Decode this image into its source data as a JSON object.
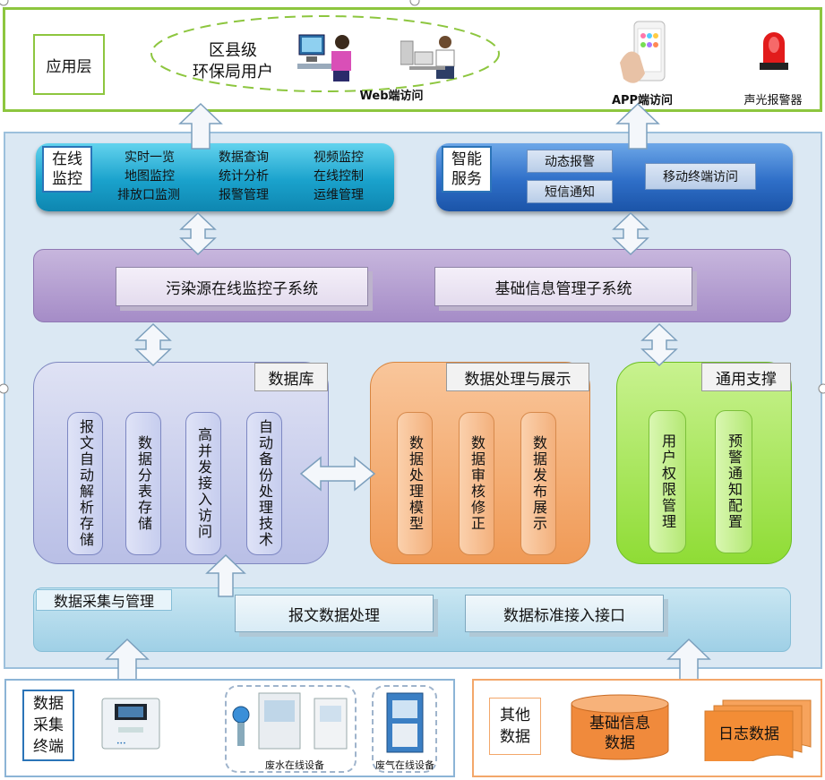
{
  "application_layer": {
    "label": "应用层",
    "district_users": "区县级\n环保局用户",
    "web_access": "Web端访问",
    "app_access": "APP端访问",
    "alarm": "声光报警器"
  },
  "online_monitoring": {
    "label": "在线\n监控",
    "items": [
      "实时一览",
      "数据查询",
      "视频监控",
      "地图监控",
      "统计分析",
      "在线控制",
      "排放口监测",
      "报警管理",
      "运维管理"
    ]
  },
  "smart_service": {
    "label": "智能\n服务",
    "dynamic_alarm": "动态报警",
    "sms_notice": "短信通知",
    "mobile_access": "移动终端访问"
  },
  "subsystems": {
    "pollution": "污染源在线监控子系统",
    "basic_info": "基础信息管理子系统"
  },
  "database": {
    "title": "数据库",
    "items": [
      "报文自动解析存储",
      "数据分表存储",
      "高并发接入访问",
      "自动备份处理技术"
    ]
  },
  "processing": {
    "title": "数据处理与展示",
    "items": [
      "数据处理模型",
      "数据审核修正",
      "数据发布展示"
    ]
  },
  "support": {
    "title": "通用支撑",
    "items": [
      "用户权限管理",
      "预警通知配置"
    ]
  },
  "collection": {
    "title": "数据采集与管理",
    "message_processing": "报文数据处理",
    "standard_interface": "数据标准接入接口"
  },
  "terminal": {
    "label": "数据\n采集\n终端",
    "wastewater": "废水在线设备",
    "wastegas": "废气在线设备"
  },
  "other_data": {
    "label": "其他\n数据",
    "basic_info": "基础信息\n数据",
    "log_data": "日志数据"
  },
  "colors": {
    "green": "#8dc63f",
    "teal": "#1aa2cc",
    "blue": "#2f6fc8",
    "purple": "#a58cc7",
    "orange": "#f09a56",
    "lime": "#8fdc35"
  }
}
